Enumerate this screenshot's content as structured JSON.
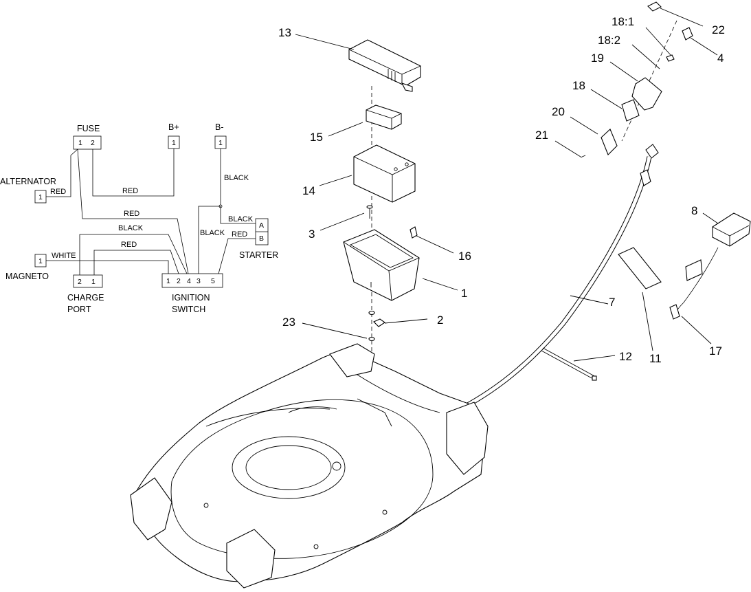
{
  "callouts": {
    "c13": "13",
    "c15": "15",
    "c14": "14",
    "c3": "3",
    "c16": "16",
    "c1": "1",
    "c23": "23",
    "c2": "2",
    "c22": "22",
    "c18_1": "18:1",
    "c18_2": "18:2",
    "c4": "4",
    "c19": "19",
    "c18": "18",
    "c20": "20",
    "c21": "21",
    "c8": "8",
    "c7": "7",
    "c12": "12",
    "c11": "11",
    "c17": "17"
  },
  "schematic": {
    "fuse": {
      "title": "FUSE",
      "pins": [
        "1",
        "2"
      ]
    },
    "b_plus": {
      "title": "B+",
      "pin": "1"
    },
    "b_minus": {
      "title": "B-",
      "pin": "1"
    },
    "alternator": {
      "title": "ALTERNATOR",
      "pin": "1"
    },
    "magneto": {
      "title": "MAGNETO",
      "pin": "1"
    },
    "charge_port": {
      "title_line1": "CHARGE",
      "title_line2": "PORT",
      "pins": [
        "2",
        "1"
      ]
    },
    "ignition_switch": {
      "title_line1": "IGNITION",
      "title_line2": "SWITCH",
      "pins": [
        "1",
        "2",
        "4",
        "3",
        "5"
      ]
    },
    "starter": {
      "title": "STARTER",
      "pins": [
        "A",
        "B"
      ]
    },
    "wires": {
      "alt_red": "RED",
      "fuse2_bplus_red": "RED",
      "black_bminus": "BLACK",
      "fuse1_ign_red": "RED",
      "black_starter_a": "BLACK",
      "black_cp": "BLACK",
      "black_ign3": "BLACK",
      "red_starter_b": "RED",
      "red_cp": "RED",
      "white_magneto": "WHITE"
    }
  }
}
